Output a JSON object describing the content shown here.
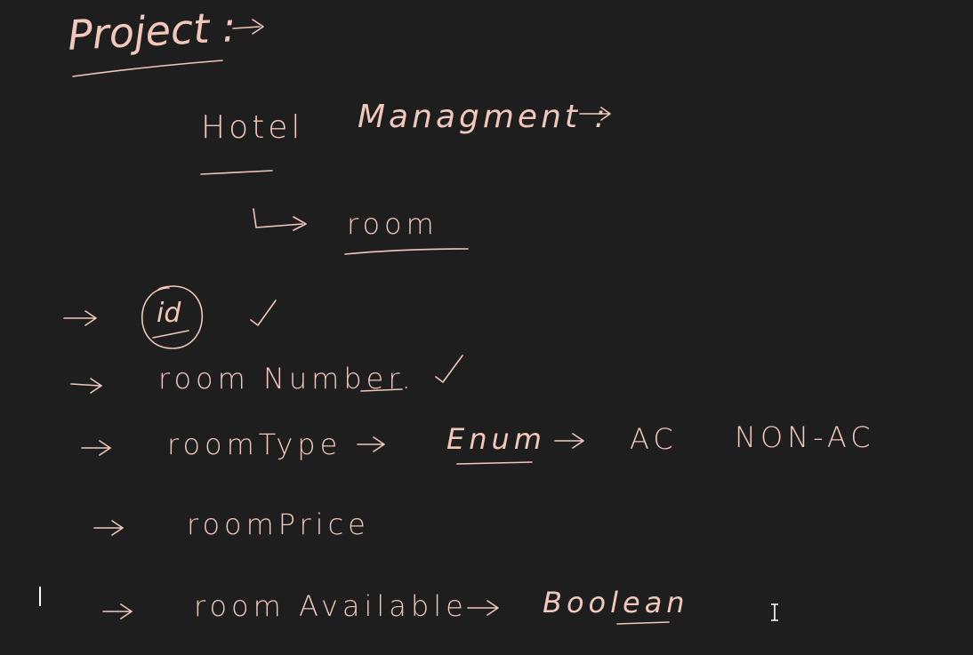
{
  "notes": {
    "title": "Project :",
    "heading_hotel": "Hotel",
    "heading_management": "Managment :",
    "entity": "room",
    "fields": {
      "id": "id",
      "room_number": "room Number.",
      "room_type": "roomType",
      "enum": "Enum",
      "ac": "AC",
      "non_ac": "NON-AC",
      "room_price": "roomPrice",
      "room_available": "room Available",
      "boolean": "Boolean"
    }
  }
}
